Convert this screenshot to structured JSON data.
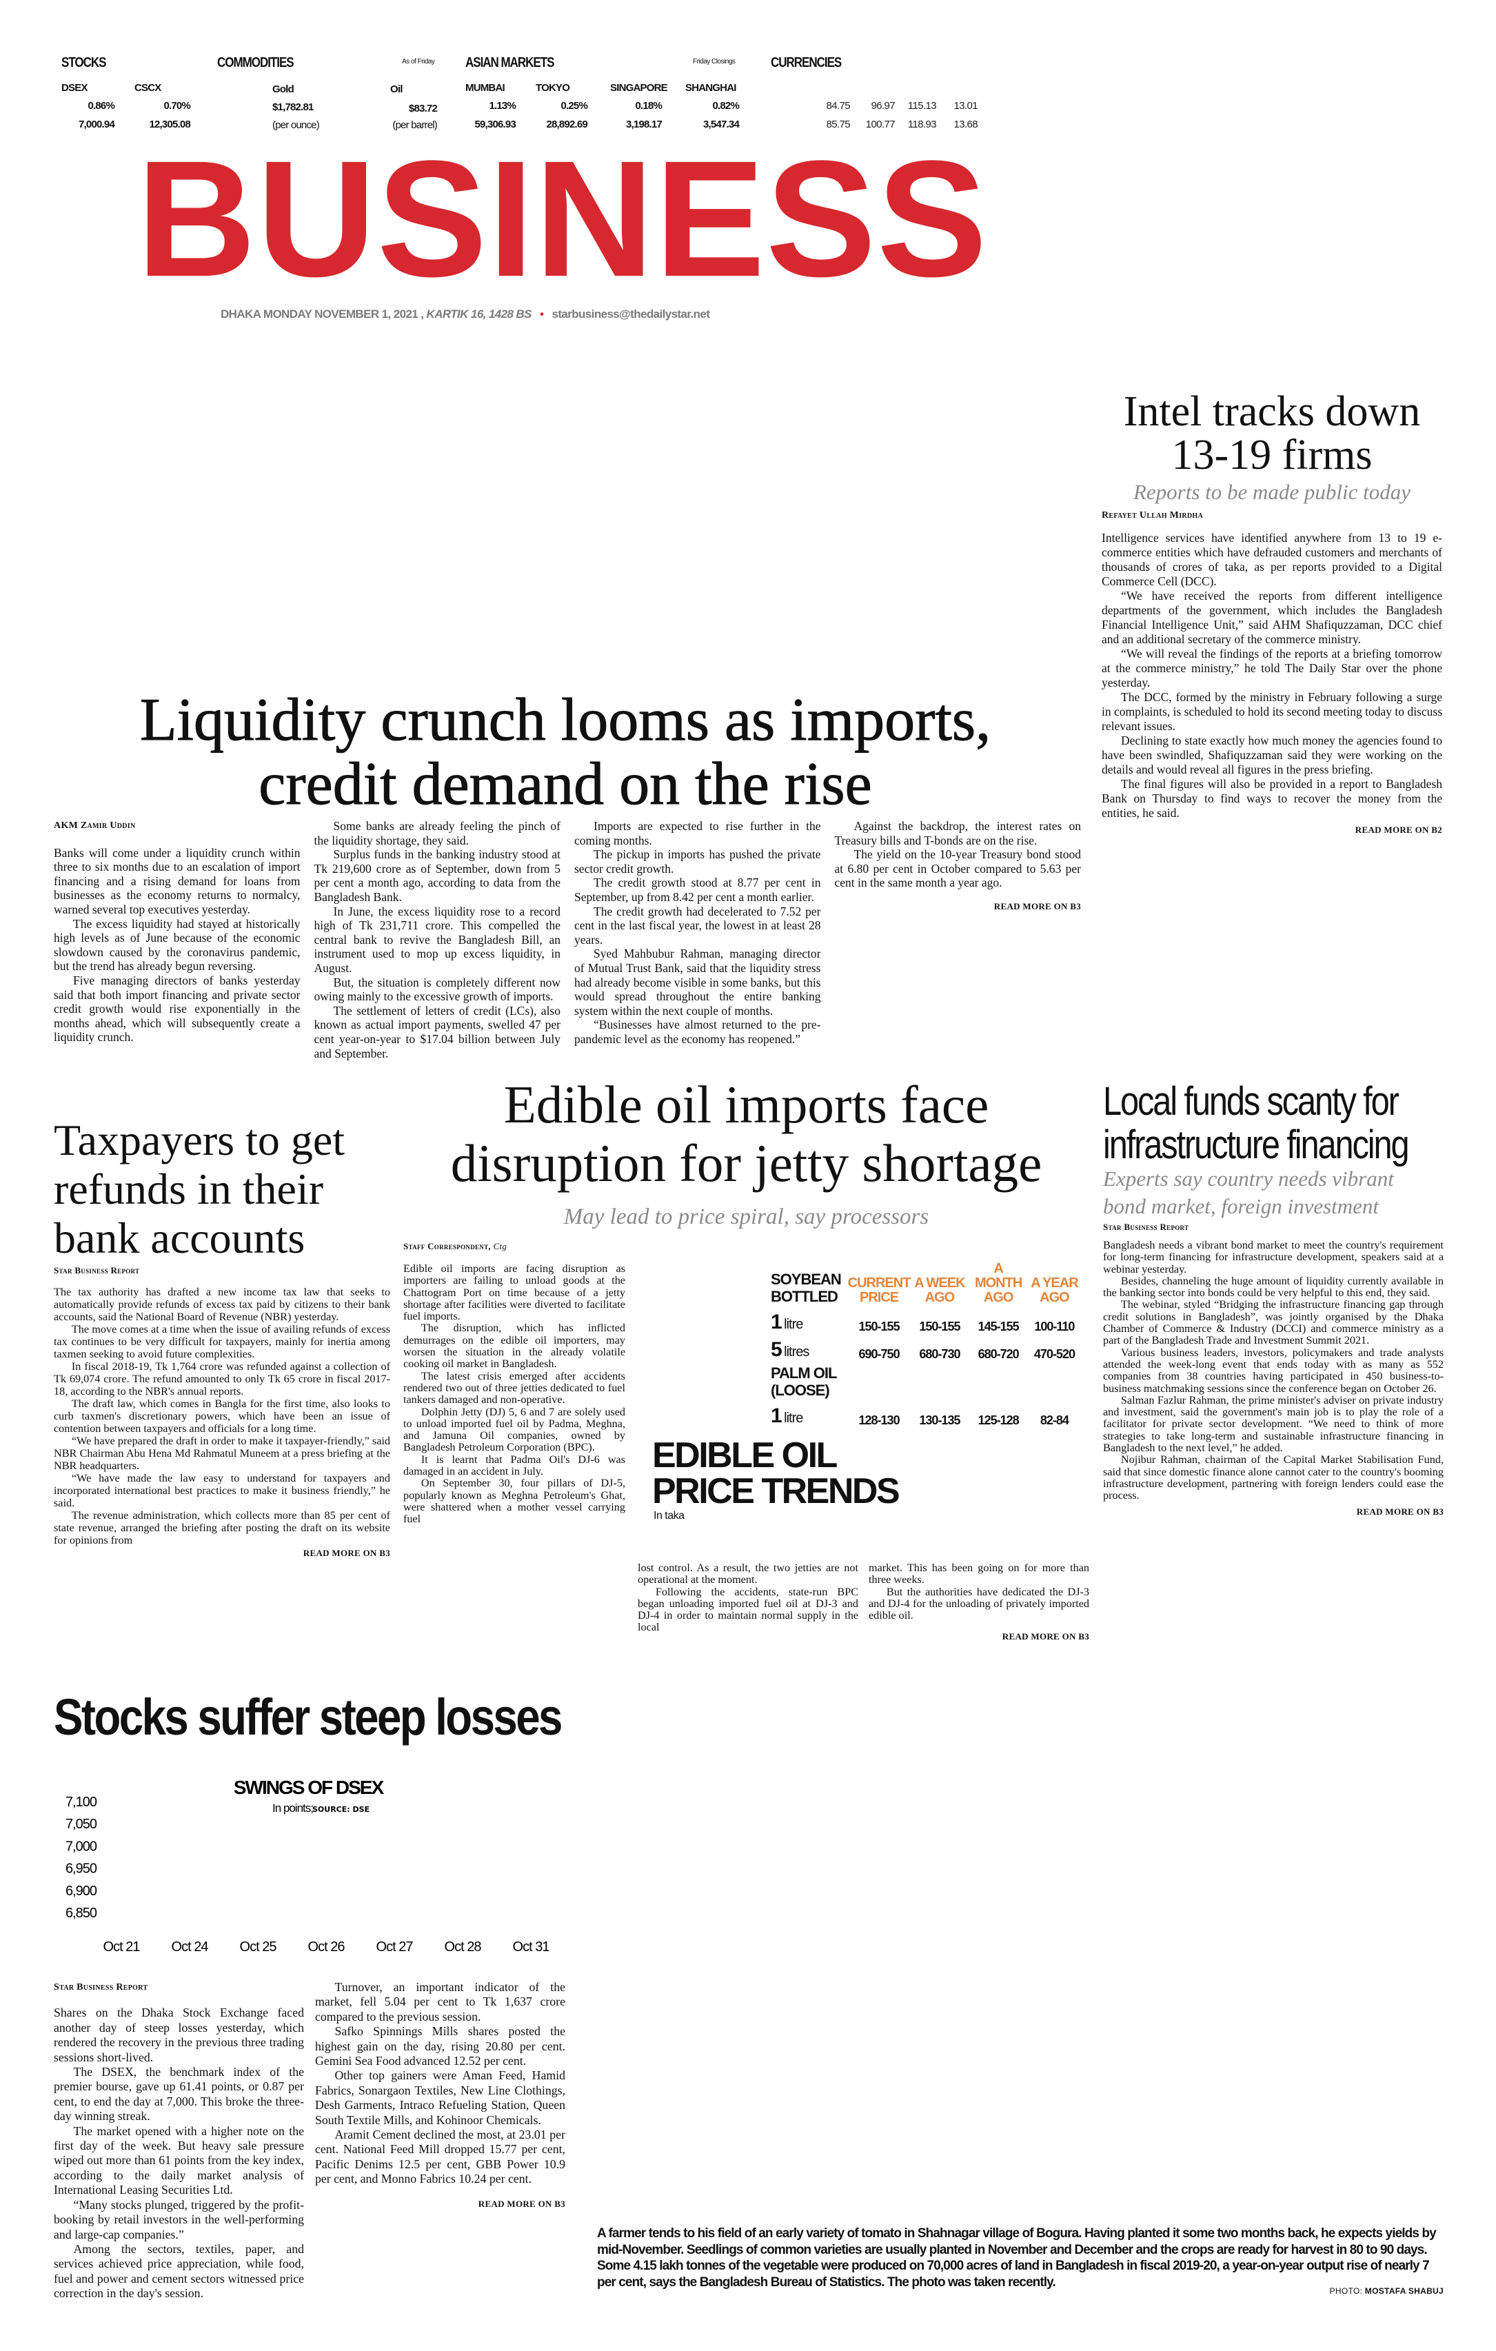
{
  "market_bar": {
    "stocks": {
      "title": "STOCKS",
      "items": [
        {
          "name": "DSEX",
          "change": "0.86%",
          "value": "7,000.94"
        },
        {
          "name": "CSCX",
          "change": "0.70%",
          "value": "12,305.08"
        }
      ]
    },
    "commodities": {
      "title": "COMMODITIES",
      "note": "As of Friday",
      "items": [
        {
          "name": "Gold",
          "price": "$1,782.81",
          "unit": "(per ounce)"
        },
        {
          "name": "Oil",
          "price": "$83.72",
          "unit": "(per barrel)"
        }
      ]
    },
    "asian_markets": {
      "title": "ASIAN MARKETS",
      "note": "Friday Closings",
      "items": [
        {
          "name": "MUMBAI",
          "change": "1.13%",
          "value": "59,306.93"
        },
        {
          "name": "TOKYO",
          "change": "0.25%",
          "value": "28,892.69"
        },
        {
          "name": "SINGAPORE",
          "change": "0.18%",
          "value": "3,198.17"
        },
        {
          "name": "SHANGHAI",
          "change": "0.82%",
          "value": "3,547.34"
        }
      ]
    },
    "currencies": {
      "title": "CURRENCIES",
      "row1": [
        "84.75",
        "96.97",
        "115.13",
        "13.01"
      ],
      "row2": [
        "85.75",
        "100.77",
        "118.93",
        "13.68"
      ]
    }
  },
  "masthead": {
    "title": "BUSINESS",
    "brand_color": "#d7282f"
  },
  "dateline": {
    "date": "DHAKA MONDAY NOVEMBER 1, 2021 ,",
    "bangla_date": "KARTIK 16, 1428 BS",
    "separator": "•",
    "email": "starbusiness@thedailystar.net"
  },
  "intel": {
    "headline": [
      "Intel tracks down",
      "13-19 firms"
    ],
    "subhead": "Reports to be made public today",
    "byline": "Refayet Ullah Mirdha",
    "paragraphs": [
      "Intelligence services have identified anywhere from 13 to 19 e-commerce entities which have defrauded customers and merchants of thousands of crores of taka, as per reports provided to a Digital Commerce Cell (DCC).",
      "“We have received the reports from different intelligence departments of the government, which includes the Bangladesh Financial Intelligence Unit,” said AHM Shafiquzzaman, DCC chief and an additional secretary of the commerce ministry.",
      "“We will reveal the findings of the reports at a briefing tomorrow at the commerce ministry,” he told The Daily Star over the phone yesterday.",
      "The DCC, formed by the ministry in February following a surge in complaints, is scheduled to hold its second meeting today to discuss relevant issues.",
      "Declining to state exactly how much money the agencies found to have been swindled, Shafiquzzaman said they were working on the details and would reveal all figures in the press briefing.",
      "The final figures will also be provided in a report to Bangladesh Bank on Thursday to find ways to recover the money from the entities, he said."
    ],
    "read_more": "READ MORE ON B2"
  },
  "liquidity": {
    "headline": [
      "Liquidity crunch looms as imports,",
      "credit demand on the rise"
    ],
    "byline": "AKM Zamir Uddin",
    "paragraphs": [
      "Banks will come under a liquidity crunch within three to six months due to an escalation of import financing and a rising demand for loans from businesses as the economy returns to normalcy, warned several top executives yesterday.",
      "The excess liquidity had stayed at historically high levels as of June because of the economic slowdown caused by the coronavirus pandemic, but the trend has already begun reversing.",
      "Five managing directors of banks yesterday said that both import financing and private sector credit growth would rise exponentially in the months ahead, which will subsequently create a liquidity crunch.",
      "Some banks are already feeling the pinch of the liquidity shortage, they said.",
      "Surplus funds in the banking industry stood at Tk 219,600 crore as of September, down from 5 per cent a month ago, according to data from the Bangladesh Bank.",
      "In June, the excess liquidity rose to a record high of Tk 231,711 crore. This compelled the central bank to revive the Bangladesh Bill, an instrument used to mop up excess liquidity, in August.",
      "But, the situation is completely different now owing mainly to the excessive growth of imports.",
      "The settlement of letters of credit (LCs), also known as actual import payments, swelled 47 per cent year-on-year to $17.04 billion between July and September.",
      "Imports are expected to rise further in the coming months.",
      "The pickup in imports has pushed the private sector credit growth.",
      "The credit growth stood at 8.77 per cent in September, up from 8.42 per cent a month earlier.",
      "The credit growth had decelerated to 7.52 per cent in the last fiscal year, the lowest in at least 28 years.",
      "Syed Mahbubur Rahman, managing director of Mutual Trust Bank, said that the liquidity stress had already become visible in some banks, but this would spread throughout the entire banking system within the next couple of months.",
      "“Businesses have almost returned to the pre-pandemic level as the economy has reopened.”",
      "Against the backdrop, the interest rates on Treasury bills and T-bonds are on the rise.",
      "The yield on the 10-year Treasury bond stood at 6.80 per cent in October compared to 5.63 per cent in the same month a year ago."
    ],
    "read_more": "READ MORE ON B3"
  },
  "taxpayers": {
    "headline": [
      "Taxpayers to get",
      "refunds in their",
      "bank accounts"
    ],
    "byline": "Star Business Report",
    "paragraphs": [
      "The tax authority has drafted a new income tax law that seeks to automatically provide refunds of excess tax paid by citizens to their bank accounts, said the National Board of Revenue (NBR) yesterday.",
      "The move comes at a time when the issue of availing refunds of excess tax continues to be very difficult for taxpayers, mainly for inertia among taxmen seeking to avoid future complexities.",
      "In fiscal 2018-19, Tk 1,764 crore was refunded against a collection of Tk 69,074 crore. The refund amounted to only Tk 65 crore in fiscal 2017-18, according to the NBR's annual reports.",
      "The draft law, which comes in Bangla for the first time, also looks to curb taxmen's discretionary powers, which have been an issue of contention between taxpayers and officials for a long time.",
      "“We have prepared the draft in order to make it taxpayer-friendly,” said NBR Chairman Abu Hena Md Rahmatul Muneem at a press briefing at the NBR headquarters.",
      "“We have made the law easy to understand for taxpayers and incorporated international best practices to make it business friendly,” he said.",
      "The revenue administration, which collects more than 85 per cent of state revenue, arranged the briefing after posting the draft on its website for opinions from"
    ],
    "read_more": "READ MORE ON B3"
  },
  "edible_oil": {
    "headline": [
      "Edible oil imports face",
      "disruption for jetty shortage"
    ],
    "subhead": "May lead to price spiral, say processors",
    "byline": "Staff Correspondent,",
    "byline_place": "Ctg",
    "paragraphs_col1": [
      "Edible oil imports are facing disruption as importers are failing to unload goods at the Chattogram Port on time because of a jetty shortage after facilities were diverted to facilitate fuel imports.",
      "The disruption, which has inflicted demurrages on the edible oil importers, may worsen the situation in the already volatile cooking oil market in Bangladesh.",
      "The latest crisis emerged after accidents rendered two out of three jetties dedicated to fuel tankers damaged and non-operative.",
      "Dolphin Jetty (DJ) 5, 6 and 7 are solely used to unload imported fuel oil by Padma, Meghna, and Jamuna Oil companies, owned by Bangladesh Petroleum Corporation (BPC).",
      "It is learnt that Padma Oil's DJ-6 was damaged in an accident in July.",
      "On September 30, four pillars of DJ-5, popularly known as Meghna Petroleum's Ghat, were shattered when a mother vessel carrying fuel"
    ],
    "paragraphs_col2": [
      "lost control. As a result, the two jetties are not operational at the moment.",
      "Following the accidents, state-run BPC began unloading imported fuel oil at DJ-3 and DJ-4 in order to maintain normal supply in the local"
    ],
    "paragraphs_col3": [
      "market. This has been going on for more than three weeks.",
      "But the authorities have dedicated the DJ-3 and DJ-4 for the unloading of privately imported edible oil."
    ],
    "read_more": "READ MORE ON B3",
    "price_table": {
      "title_line1": "EDIBLE OIL",
      "title_line2": "PRICE TRENDS",
      "unit_note": "In taka",
      "header_color": "#e3853a",
      "columns": [
        [
          "CURRENT",
          "PRICE"
        ],
        [
          "A WEEK",
          "AGO"
        ],
        [
          "A MONTH",
          "AGO"
        ],
        [
          "A YEAR",
          "AGO"
        ]
      ],
      "groups": [
        {
          "name": [
            "SOYBEAN",
            "BOTTLED"
          ],
          "rows": [
            {
              "qty": "1",
              "unit": "litre",
              "values": [
                "150-155",
                "150-155",
                "145-155",
                "100-110"
              ]
            },
            {
              "qty": "5",
              "unit": "litres",
              "values": [
                "690-750",
                "680-730",
                "680-720",
                "470-520"
              ]
            }
          ]
        },
        {
          "name": [
            "PALM OIL",
            "(LOOSE)"
          ],
          "rows": [
            {
              "qty": "1",
              "unit": "litre",
              "values": [
                "128-130",
                "130-135",
                "125-128",
                "82-84"
              ]
            }
          ]
        }
      ]
    }
  },
  "local_funds": {
    "headline": [
      "Local funds scanty for",
      "infrastructure financing"
    ],
    "subhead": [
      "Experts say country needs vibrant",
      "bond market, foreign investment"
    ],
    "byline": "Star Business Report",
    "paragraphs": [
      "Bangladesh needs a vibrant bond market to meet the country's requirement for long-term financing for infrastructure development, speakers said at a webinar yesterday.",
      "Besides, channeling the huge amount of liquidity currently available in the banking sector into bonds could be very helpful to this end, they said.",
      "The webinar, styled “Bridging the infrastructure financing gap through credit solutions in Bangladesh”, was jointly organised by the Dhaka Chamber of Commerce & Industry (DCCI) and commerce ministry as a part of the Bangladesh Trade and Investment Summit 2021.",
      "Various business leaders, investors, policymakers and trade analysts attended the week-long event that ends today with as many as 552 companies from 38 countries having participated in 450 business-to-business matchmaking sessions since the conference began on October 26.",
      "Salman Fazlur Rahman, the prime minister's adviser on private industry and investment, said the government's main job is to play the role of a facilitator for private sector development. “We need to think of more strategies to take long-term and sustainable infrastructure financing in Bangladesh to the next level,” he added.",
      "Nojibur Rahman, chairman of the Capital Market Stabilisation Fund, said that since domestic finance alone cannot cater to the country's booming infrastructure development, partnering with foreign lenders could ease the process."
    ],
    "read_more": "READ MORE ON B3"
  },
  "stocks": {
    "headline": "Stocks suffer steep losses",
    "byline": "Star Business Report",
    "paragraphs": [
      "Shares on the Dhaka Stock Exchange faced another day of steep losses yesterday, which rendered the recovery in the previous three trading sessions short-lived.",
      "The DSEX, the benchmark index of the premier bourse, gave up 61.41 points, or 0.87 per cent, to end the day at 7,000. This broke the three-day winning streak.",
      "The market opened with a higher note on the first day of the week. But heavy sale pressure wiped out more than 61 points from the key index, according to the daily market analysis of International Leasing Securities Ltd.",
      "“Many stocks plunged, triggered by the profit-booking by retail investors in the well-performing and large-cap companies.”",
      "Among the sectors, textiles, paper, and services achieved price appreciation, while food, fuel and power and cement sectors witnessed price correction in the day's session.",
      "Turnover, an important indicator of the market, fell 5.04 per cent to Tk 1,637 crore compared to the previous session.",
      "Safko Spinnings Mills shares posted the highest gain on the day, rising 20.80 per cent. Gemini Sea Food advanced 12.52 per cent.",
      "Other top gainers were Aman Feed, Hamid Fabrics, Sonargaon Textiles, New Line Clothings, Desh Garments, Intraco Refueling Station, Queen South Textile Mills, and Kohinoor Chemicals.",
      "Aramit Cement declined the most, at 23.01 per cent. National Feed Mill dropped 15.77 per cent, Pacific Denims 12.5 per cent, GBB Power 10.9 per cent, and Monno Fabrics 10.24 per cent."
    ],
    "read_more": "READ MORE ON B3"
  },
  "chart_data": {
    "type": "line",
    "title": "SWINGS OF DSEX",
    "subtitle": "In points;",
    "source": "SOURCE: DSE",
    "categories": [
      "Oct 21",
      "Oct 24",
      "Oct 25",
      "Oct 26",
      "Oct 27",
      "Oct 28",
      "Oct 31"
    ],
    "y_ticks": [
      "7,100",
      "7,050",
      "7,000",
      "6,950",
      "6,900",
      "6,850"
    ],
    "ylim": [
      6850,
      7100
    ],
    "xlabel": "",
    "ylabel": "",
    "grid": false,
    "series": []
  },
  "photo_caption": {
    "text": "A farmer tends to his field of an early variety of tomato in Shahnagar village of Bogura. Having planted it some two months back, he expects yields by mid-November. Seedlings of common varieties are usually planted in November and December and the crops are ready for harvest in 80 to 90 days. Some 4.15 lakh tonnes of the vegetable were produced on 70,000 acres of land in Bangladesh in fiscal 2019-20, a year-on-year output rise of nearly 7 per cent, says the Bangladesh Bureau of Statistics. The photo was taken recently.",
    "credit_label": "PHOTO:",
    "credit_name": "MOSTAFA SHABUJ"
  }
}
